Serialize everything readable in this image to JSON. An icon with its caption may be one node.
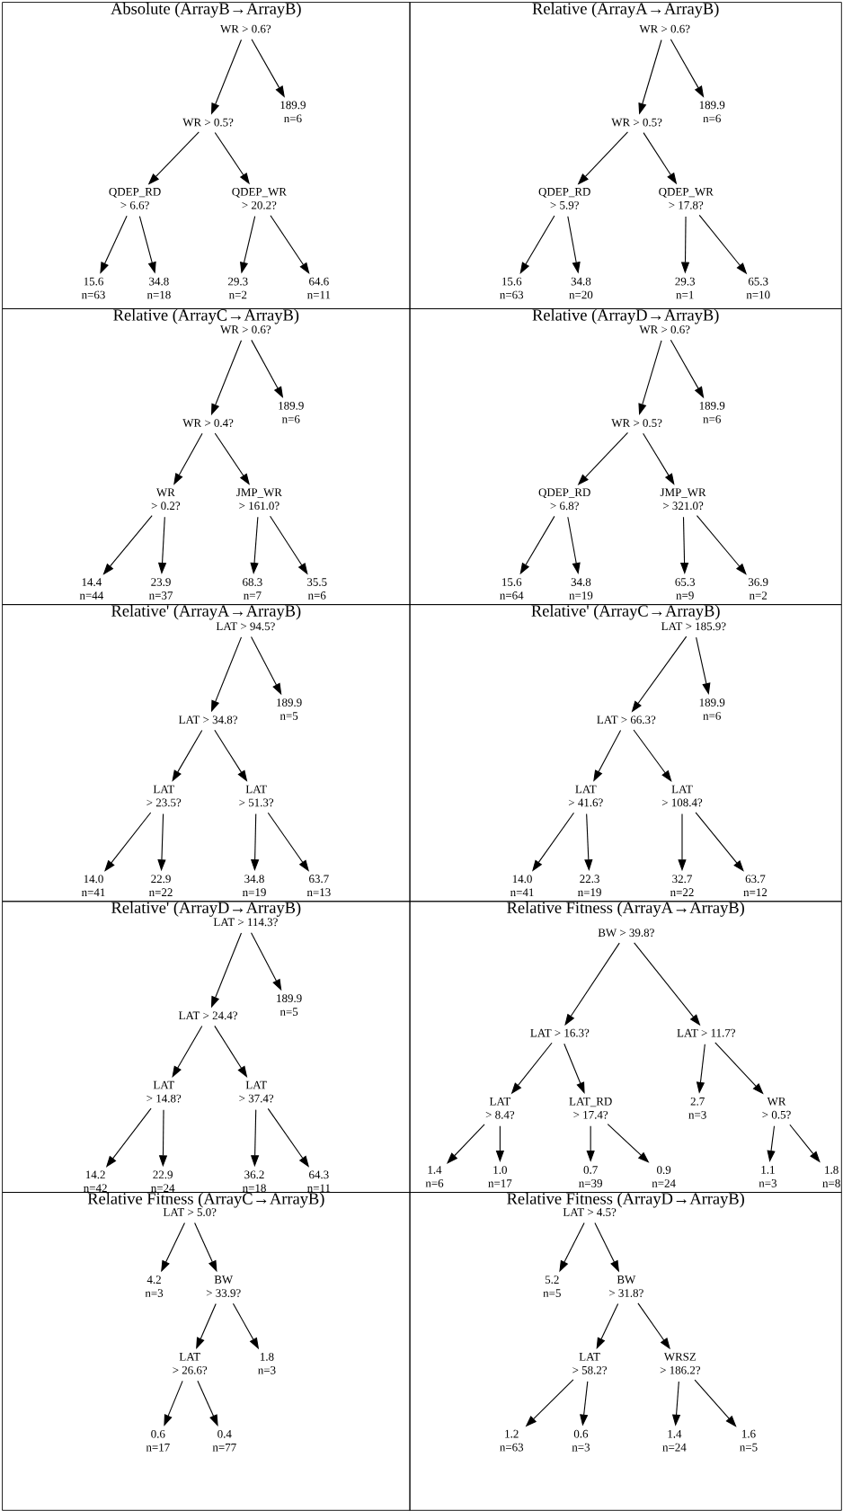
{
  "diagram": {
    "nodes": [
      {
        "text": [
          "Absolute (ArrayB→ArrayB)"
        ]
      },
      {
        "text": [
          "WR > 0.6?"
        ],
        "in": 0
      },
      {
        "text": [
          "WR > 0.5?"
        ],
        "in": 0
      },
      {
        "text": [
          "189.9",
          "n=6"
        ],
        "in": 0
      },
      {
        "text": [
          "QDEP_RD",
          "> 6.6?"
        ],
        "in": 0
      },
      {
        "text": [
          "QDEP_WR",
          "> 20.2?"
        ],
        "in": 0
      },
      {
        "text": [
          "15.6",
          "n=63"
        ],
        "in": 0
      },
      {
        "text": [
          "34.8",
          "n=18"
        ],
        "in": 0
      },
      {
        "text": [
          "29.3",
          "n=2"
        ],
        "in": 0
      },
      {
        "text": [
          "64.6",
          "n=11"
        ],
        "in": 0
      },
      {
        "text": [
          "Relative (ArrayA→ArrayB)"
        ]
      },
      {
        "text": [
          "WR > 0.6?"
        ],
        "in": 10
      },
      {
        "text": [
          "WR > 0.5?"
        ],
        "in": 10
      },
      {
        "text": [
          "189.9",
          "n=6"
        ],
        "in": 10
      },
      {
        "text": [
          "QDEP_RD",
          "> 5.9?"
        ],
        "in": 10
      },
      {
        "text": [
          "QDEP_WR",
          "> 17.8?"
        ],
        "in": 10
      },
      {
        "text": [
          "15.6",
          "n=63"
        ],
        "in": 10
      },
      {
        "text": [
          "34.8",
          "n=20"
        ],
        "in": 10
      },
      {
        "text": [
          "29.3",
          "n=1"
        ],
        "in": 10
      },
      {
        "text": [
          "65.3",
          "n=10"
        ],
        "in": 10
      },
      {
        "text": [
          "Relative (ArrayC→ArrayB)"
        ]
      },
      {
        "text": [
          "WR > 0.6?"
        ],
        "in": 20
      },
      {
        "text": [
          "WR > 0.4?"
        ],
        "in": 20
      },
      {
        "text": [
          "189.9",
          "n=6"
        ],
        "in": 20
      },
      {
        "text": [
          "WR",
          "> 0.2?"
        ],
        "in": 20
      },
      {
        "text": [
          "JMP_WR",
          "> 161.0?"
        ],
        "in": 20
      },
      {
        "text": [
          "14.4",
          "n=44"
        ],
        "in": 20
      },
      {
        "text": [
          "23.9",
          "n=37"
        ],
        "in": 20
      },
      {
        "text": [
          "68.3",
          "n=7"
        ],
        "in": 20
      },
      {
        "text": [
          "35.5",
          "n=6"
        ],
        "in": 20
      },
      {
        "text": [
          "Relative (ArrayD→ArrayB)"
        ]
      },
      {
        "text": [
          "WR > 0.6?"
        ],
        "in": 30
      },
      {
        "text": [
          "WR > 0.5?"
        ],
        "in": 30
      },
      {
        "text": [
          "189.9",
          "n=6"
        ],
        "in": 30
      },
      {
        "text": [
          "QDEP_RD",
          "> 6.8?"
        ],
        "in": 30
      },
      {
        "text": [
          "JMP_WR",
          "> 321.0?"
        ],
        "in": 30
      },
      {
        "text": [
          "15.6",
          "n=64"
        ],
        "in": 30
      },
      {
        "text": [
          "34.8",
          "n=19"
        ],
        "in": 30
      },
      {
        "text": [
          "65.3",
          "n=9"
        ],
        "in": 30
      },
      {
        "text": [
          "36.9",
          "n=2"
        ],
        "in": 30
      },
      {
        "text": [
          "Relative' (ArrayA→ArrayB)"
        ]
      },
      {
        "text": [
          "LAT > 94.5?"
        ],
        "in": 40
      },
      {
        "text": [
          "LAT > 34.8?"
        ],
        "in": 40
      },
      {
        "text": [
          "189.9",
          "n=5"
        ],
        "in": 40
      },
      {
        "text": [
          "LAT",
          "> 23.5?"
        ],
        "in": 40
      },
      {
        "text": [
          "LAT",
          "> 51.3?"
        ],
        "in": 40
      },
      {
        "text": [
          "14.0",
          "n=41"
        ],
        "in": 40
      },
      {
        "text": [
          "22.9",
          "n=22"
        ],
        "in": 40
      },
      {
        "text": [
          "34.8",
          "n=19"
        ],
        "in": 40
      },
      {
        "text": [
          "63.7",
          "n=13"
        ],
        "in": 40
      },
      {
        "text": [
          "Relative' (ArrayC→ArrayB)"
        ]
      },
      {
        "text": [
          "LAT > 185.9?"
        ],
        "in": 50
      },
      {
        "text": [
          "LAT > 66.3?"
        ],
        "in": 50
      },
      {
        "text": [
          "189.9",
          "n=6"
        ],
        "in": 50
      },
      {
        "text": [
          "LAT",
          "> 41.6?"
        ],
        "in": 50
      },
      {
        "text": [
          "LAT",
          "> 108.4?"
        ],
        "in": 50
      },
      {
        "text": [
          "14.0",
          "n=41"
        ],
        "in": 50
      },
      {
        "text": [
          "22.3",
          "n=19"
        ],
        "in": 50
      },
      {
        "text": [
          "32.7",
          "n=22"
        ],
        "in": 50
      },
      {
        "text": [
          "63.7",
          "n=12"
        ],
        "in": 50
      },
      {
        "text": [
          "Relative' (ArrayD→ArrayB)"
        ]
      },
      {
        "text": [
          "LAT > 114.3?"
        ],
        "in": 60
      },
      {
        "text": [
          "LAT > 24.4?"
        ],
        "in": 60
      },
      {
        "text": [
          "189.9",
          "n=5"
        ],
        "in": 60
      },
      {
        "text": [
          "LAT",
          "> 14.8?"
        ],
        "in": 60
      },
      {
        "text": [
          "LAT",
          "> 37.4?"
        ],
        "in": 60
      },
      {
        "text": [
          "14.2",
          "n=42"
        ],
        "in": 60
      },
      {
        "text": [
          "22.9",
          "n=24"
        ],
        "in": 60
      },
      {
        "text": [
          "36.2",
          "n=18"
        ],
        "in": 60
      },
      {
        "text": [
          "64.3",
          "n=11"
        ],
        "in": 60
      },
      {
        "text": [
          "Relative Fitness (ArrayA→ArrayB)"
        ]
      },
      {
        "text": [
          "BW > 39.8?"
        ],
        "in": 70
      },
      {
        "text": [
          "LAT > 16.3?"
        ],
        "in": 70
      },
      {
        "text": [
          "LAT > 11.7?"
        ],
        "in": 70
      },
      {
        "text": [
          "LAT",
          "> 8.4?"
        ],
        "in": 70
      },
      {
        "text": [
          "LAT_RD",
          "> 17.4?"
        ],
        "in": 70
      },
      {
        "text": [
          "2.7",
          "n=3"
        ],
        "in": 70
      },
      {
        "text": [
          "WR",
          "> 0.5?"
        ],
        "in": 70
      },
      {
        "text": [
          "1.4",
          "n=6"
        ],
        "in": 70
      },
      {
        "text": [
          "1.0",
          "n=17"
        ],
        "in": 70
      },
      {
        "text": [
          "0.7",
          "n=39"
        ],
        "in": 70
      },
      {
        "text": [
          "0.9",
          "n=24"
        ],
        "in": 70
      },
      {
        "text": [
          "1.1",
          "n=3"
        ],
        "in": 70
      },
      {
        "text": [
          "1.8",
          "n=8"
        ],
        "in": 70
      },
      {
        "text": [
          "Relative Fitness (ArrayC→ArrayB)"
        ]
      },
      {
        "text": [
          "LAT > 5.0?"
        ],
        "in": 84
      },
      {
        "text": [
          "4.2",
          "n=3"
        ],
        "in": 84
      },
      {
        "text": [
          "BW",
          "> 33.9?"
        ],
        "in": 84
      },
      {
        "text": [
          "LAT",
          "> 26.6?"
        ],
        "in": 84
      },
      {
        "text": [
          "1.8",
          "n=3"
        ],
        "in": 84
      },
      {
        "text": [
          "0.6",
          "n=17"
        ],
        "in": 84
      },
      {
        "text": [
          "0.4",
          "n=77"
        ],
        "in": 84
      },
      {
        "text": [
          "Relative Fitness (ArrayD→ArrayB)"
        ]
      },
      {
        "text": [
          "LAT > 4.5?"
        ],
        "in": 92
      },
      {
        "text": [
          "5.2",
          "n=5"
        ],
        "in": 92
      },
      {
        "text": [
          "BW",
          "> 31.8?"
        ],
        "in": 92
      },
      {
        "text": [
          "LAT",
          "> 58.2?"
        ],
        "in": 92
      },
      {
        "text": [
          "WRSZ",
          "> 186.2?"
        ],
        "in": 92
      },
      {
        "text": [
          "1.2",
          "n=63"
        ],
        "in": 92
      },
      {
        "text": [
          "0.6",
          "n=3"
        ],
        "in": 92
      },
      {
        "text": [
          "1.4",
          "n=24"
        ],
        "in": 92
      },
      {
        "text": [
          "1.6",
          "n=5"
        ],
        "in": 92
      }
    ],
    "edges": [
      {
        "from": 1,
        "to": 2,
        "arrow": "to"
      },
      {
        "from": 1,
        "to": 3,
        "arrow": "to"
      },
      {
        "from": 2,
        "to": 4,
        "arrow": "to"
      },
      {
        "from": 2,
        "to": 5,
        "arrow": "to"
      },
      {
        "from": 4,
        "to": 6,
        "arrow": "to"
      },
      {
        "from": 4,
        "to": 7,
        "arrow": "to"
      },
      {
        "from": 5,
        "to": 8,
        "arrow": "to"
      },
      {
        "from": 5,
        "to": 9,
        "arrow": "to"
      },
      {
        "from": 11,
        "to": 12,
        "arrow": "to"
      },
      {
        "from": 11,
        "to": 13,
        "arrow": "to"
      },
      {
        "from": 12,
        "to": 14,
        "arrow": "to"
      },
      {
        "from": 12,
        "to": 15,
        "arrow": "to"
      },
      {
        "from": 14,
        "to": 16,
        "arrow": "to"
      },
      {
        "from": 14,
        "to": 17,
        "arrow": "to"
      },
      {
        "from": 15,
        "to": 18,
        "arrow": "to"
      },
      {
        "from": 15,
        "to": 19,
        "arrow": "to"
      },
      {
        "from": 21,
        "to": 22,
        "arrow": "to"
      },
      {
        "from": 21,
        "to": 23,
        "arrow": "to"
      },
      {
        "from": 22,
        "to": 24,
        "arrow": "to"
      },
      {
        "from": 22,
        "to": 25,
        "arrow": "to"
      },
      {
        "from": 24,
        "to": 26,
        "arrow": "to"
      },
      {
        "from": 24,
        "to": 27,
        "arrow": "to"
      },
      {
        "from": 25,
        "to": 28,
        "arrow": "to"
      },
      {
        "from": 25,
        "to": 29,
        "arrow": "to"
      },
      {
        "from": 31,
        "to": 32,
        "arrow": "to"
      },
      {
        "from": 31,
        "to": 33,
        "arrow": "to"
      },
      {
        "from": 32,
        "to": 34,
        "arrow": "to"
      },
      {
        "from": 32,
        "to": 35,
        "arrow": "to"
      },
      {
        "from": 34,
        "to": 36,
        "arrow": "to"
      },
      {
        "from": 34,
        "to": 37,
        "arrow": "to"
      },
      {
        "from": 35,
        "to": 38,
        "arrow": "to"
      },
      {
        "from": 35,
        "to": 39,
        "arrow": "to"
      },
      {
        "from": 41,
        "to": 42,
        "arrow": "to"
      },
      {
        "from": 41,
        "to": 43,
        "arrow": "to"
      },
      {
        "from": 42,
        "to": 44,
        "arrow": "to"
      },
      {
        "from": 42,
        "to": 45,
        "arrow": "to"
      },
      {
        "from": 44,
        "to": 46,
        "arrow": "to"
      },
      {
        "from": 44,
        "to": 47,
        "arrow": "to"
      },
      {
        "from": 45,
        "to": 48,
        "arrow": "to"
      },
      {
        "from": 45,
        "to": 49,
        "arrow": "to"
      },
      {
        "from": 51,
        "to": 52,
        "arrow": "to"
      },
      {
        "from": 51,
        "to": 53,
        "arrow": "to"
      },
      {
        "from": 52,
        "to": 54,
        "arrow": "to"
      },
      {
        "from": 52,
        "to": 55,
        "arrow": "to"
      },
      {
        "from": 54,
        "to": 56,
        "arrow": "to"
      },
      {
        "from": 54,
        "to": 57,
        "arrow": "to"
      },
      {
        "from": 55,
        "to": 58,
        "arrow": "to"
      },
      {
        "from": 55,
        "to": 59,
        "arrow": "to"
      },
      {
        "from": 61,
        "to": 62,
        "arrow": "to"
      },
      {
        "from": 61,
        "to": 63,
        "arrow": "to"
      },
      {
        "from": 62,
        "to": 64,
        "arrow": "to"
      },
      {
        "from": 62,
        "to": 65,
        "arrow": "to"
      },
      {
        "from": 64,
        "to": 66,
        "arrow": "to"
      },
      {
        "from": 64,
        "to": 67,
        "arrow": "to"
      },
      {
        "from": 65,
        "to": 68,
        "arrow": "to"
      },
      {
        "from": 65,
        "to": 69,
        "arrow": "to"
      },
      {
        "from": 71,
        "to": 72,
        "arrow": "to"
      },
      {
        "from": 71,
        "to": 73,
        "arrow": "to"
      },
      {
        "from": 72,
        "to": 74,
        "arrow": "to"
      },
      {
        "from": 72,
        "to": 75,
        "arrow": "to"
      },
      {
        "from": 73,
        "to": 76,
        "arrow": "to"
      },
      {
        "from": 73,
        "to": 77,
        "arrow": "to"
      },
      {
        "from": 74,
        "to": 78,
        "arrow": "to"
      },
      {
        "from": 74,
        "to": 79,
        "arrow": "to"
      },
      {
        "from": 75,
        "to": 80,
        "arrow": "to"
      },
      {
        "from": 75,
        "to": 81,
        "arrow": "to"
      },
      {
        "from": 77,
        "to": 82,
        "arrow": "to"
      },
      {
        "from": 77,
        "to": 83,
        "arrow": "to"
      },
      {
        "from": 85,
        "to": 86,
        "arrow": "to"
      },
      {
        "from": 85,
        "to": 87,
        "arrow": "to"
      },
      {
        "from": 87,
        "to": 88,
        "arrow": "to"
      },
      {
        "from": 87,
        "to": 89,
        "arrow": "to"
      },
      {
        "from": 88,
        "to": 90,
        "arrow": "to"
      },
      {
        "from": 88,
        "to": 91,
        "arrow": "to"
      },
      {
        "from": 93,
        "to": 94,
        "arrow": "to"
      },
      {
        "from": 93,
        "to": 95,
        "arrow": "to"
      },
      {
        "from": 95,
        "to": 96,
        "arrow": "to"
      },
      {
        "from": 95,
        "to": 97,
        "arrow": "to"
      },
      {
        "from": 96,
        "to": 98,
        "arrow": "to"
      },
      {
        "from": 96,
        "to": 99,
        "arrow": "to"
      },
      {
        "from": 97,
        "to": 100,
        "arrow": "to"
      },
      {
        "from": 97,
        "to": 101,
        "arrow": "to"
      }
    ]
  }
}
